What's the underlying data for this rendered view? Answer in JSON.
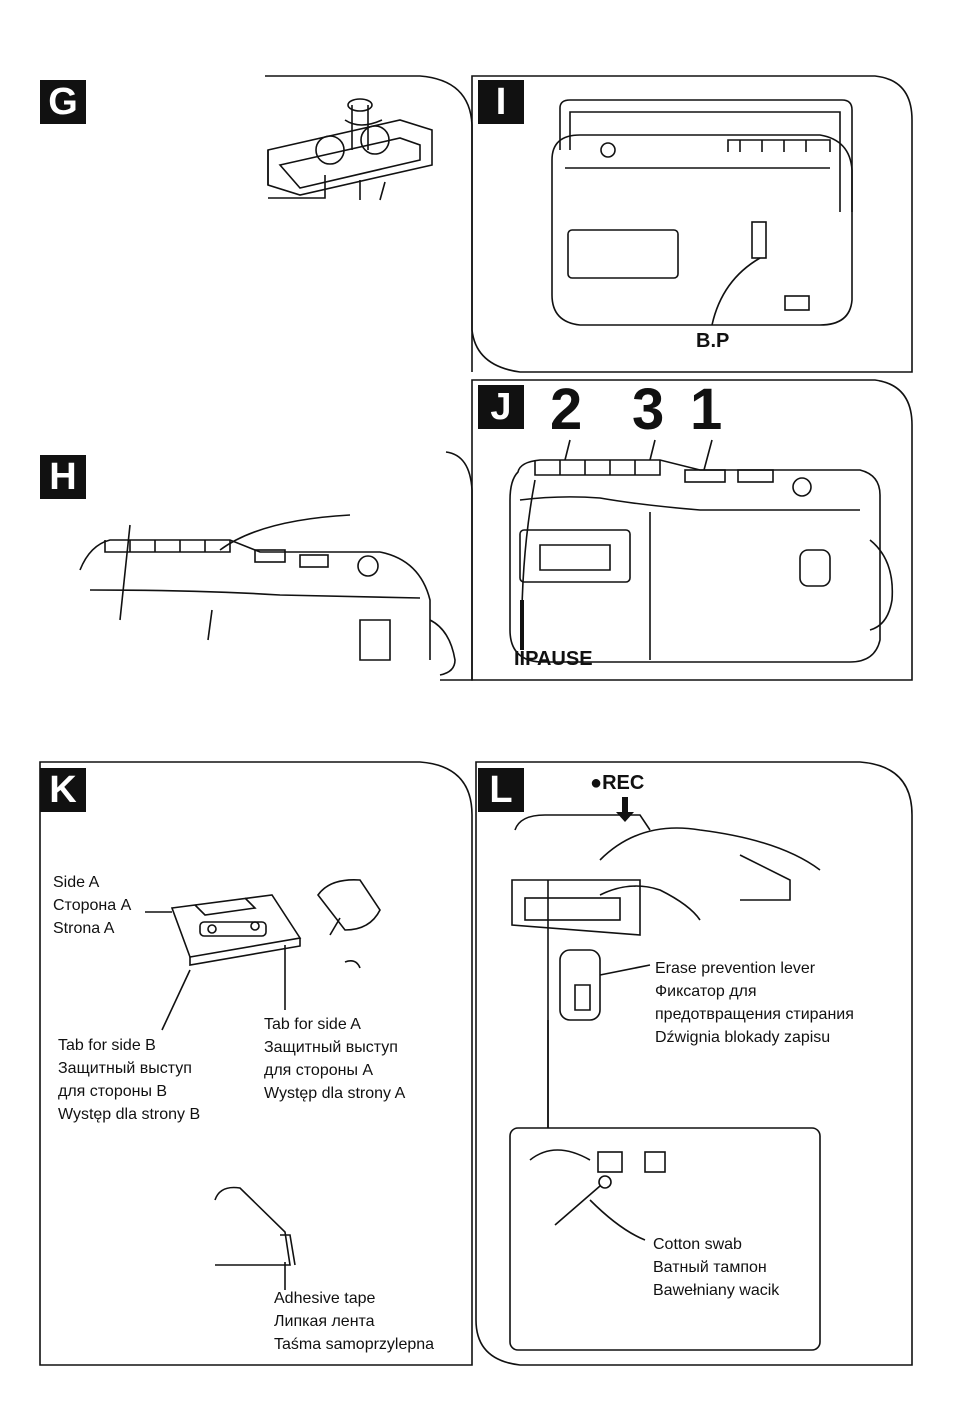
{
  "panels": {
    "G": {
      "letter": "G"
    },
    "H": {
      "letter": "H"
    },
    "I": {
      "letter": "I",
      "label": "B.P"
    },
    "J": {
      "letter": "J",
      "numbers": [
        "2",
        "3",
        "1"
      ],
      "pause_label": "IIPAUSE"
    },
    "K": {
      "letter": "K",
      "side_a": [
        "Side A",
        "Сторона A",
        "Strona A"
      ],
      "tab_side_b": [
        "Tab for side B",
        "Защитный выступ",
        "для стороны B",
        "Występ dla strony B"
      ],
      "tab_side_a": [
        "Tab for side A",
        "Защитный выступ",
        "для стороны A",
        "Występ dla strony A"
      ],
      "adhesive_tape": [
        "Adhesive tape",
        "Липкая лента",
        "Taśma samoprzylepna"
      ]
    },
    "L": {
      "letter": "L",
      "rec_label": "●REC",
      "erase_lever": [
        "Erase prevention lever",
        "Фиксатор для",
        "предотвращения стирания",
        "Dźwignia blokady zapisu"
      ],
      "cotton_swab": [
        "Cotton swab",
        "Ватный тампон",
        "Bawełniany wacik"
      ]
    }
  }
}
